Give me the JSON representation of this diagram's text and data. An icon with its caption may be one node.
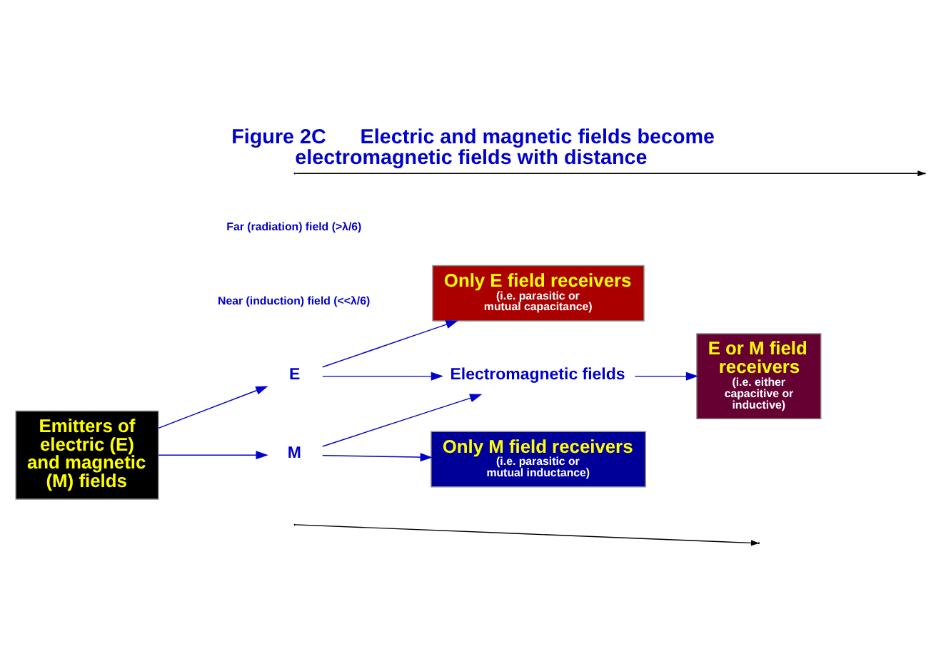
{
  "diagram": {
    "title": "Figure 2C      Electric and magnetic fields become electromagnetic fields with distance",
    "nodes": [
      {
        "text": [
          "Emitters of electric (E) and magnetic (M) fields"
        ]
      },
      {
        "text": [
          "E"
        ]
      },
      {
        "text": [
          "M"
        ]
      },
      {
        "text": [
          "Only E field receivers",
          "(i.e. parasitic or mutual capacitance)"
        ]
      },
      {
        "text": [
          "Only M field receivers",
          "(i.e. parasitic or mutual inductance)"
        ]
      },
      {
        "text": [
          "Electromagnetic fields"
        ]
      },
      {
        "text": [
          "E or M field receivers",
          "(i.e. either capacitive or inductive)"
        ]
      }
    ],
    "edges": [
      {
        "from": 0,
        "to": 1,
        "arrow": "to"
      },
      {
        "from": 0,
        "to": 2,
        "arrow": "to"
      },
      {
        "from": 1,
        "to": 3,
        "arrow": "to"
      },
      {
        "from": 2,
        "to": 4,
        "arrow": "to"
      },
      {
        "from": 1,
        "to": 5,
        "arrow": "to"
      },
      {
        "from": 2,
        "to": 5,
        "arrow": "to"
      },
      {
        "from": 5,
        "to": 6,
        "arrow": "to"
      }
    ],
    "labels": [
      "Near (induction) field (<<λ/6)",
      "Far (radiation) field (>λ/6)"
    ]
  }
}
